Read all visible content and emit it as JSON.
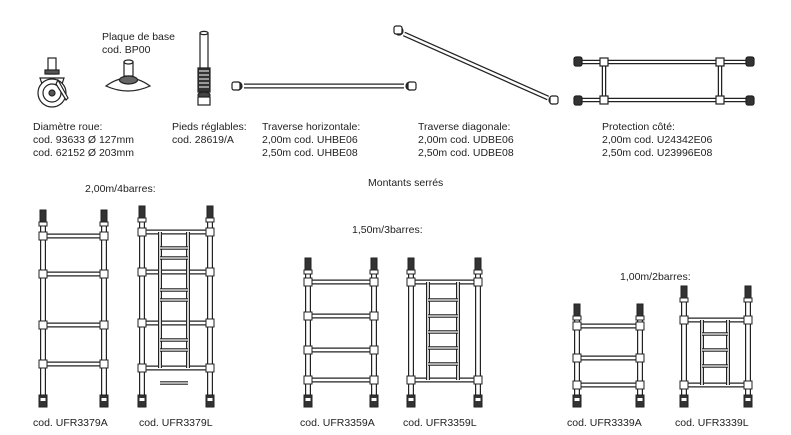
{
  "components": {
    "base_plate": {
      "title": "Plaque de base",
      "code": "cod. BP00"
    },
    "wheel": {
      "title": "Diamètre roue:",
      "lines": [
        "cod. 93633 Ø 127mm",
        "cod. 62152 Ø 203mm"
      ]
    },
    "adjustable_legs": {
      "title": "Pieds réglables:",
      "code": "cod. 28619/A"
    },
    "horizontal_brace": {
      "title": "Traverse horizontale:",
      "lines": [
        "2,00m cod. UHBE06",
        "2,50m cod. UHBE08"
      ]
    },
    "diagonal_brace": {
      "title": "Traverse diagonale:",
      "lines": [
        "2,00m  cod. UDBE06",
        "2,50m  cod. UDBE08"
      ]
    },
    "side_protection": {
      "title": "Protection côté:",
      "lines": [
        "2,00m  cod.  U24342E06",
        "2,50m  cod.  U23996E08"
      ]
    }
  },
  "frames": {
    "section_title": "Montants serrés",
    "groups": [
      {
        "heading": "2,00m/4barres:",
        "codes": [
          "cod. UFR3379A",
          "cod. UFR3379L"
        ]
      },
      {
        "heading": "1,50m/3barres:",
        "codes": [
          "cod. UFR3359A",
          "cod. UFR3359L"
        ]
      },
      {
        "heading": "1,00m/2barres:",
        "codes": [
          "cod. UFR3339A",
          "cod. UFR3339L"
        ]
      }
    ]
  },
  "colors": {
    "line": "#222222",
    "fill": "#ffffff",
    "dark": "#333333"
  }
}
